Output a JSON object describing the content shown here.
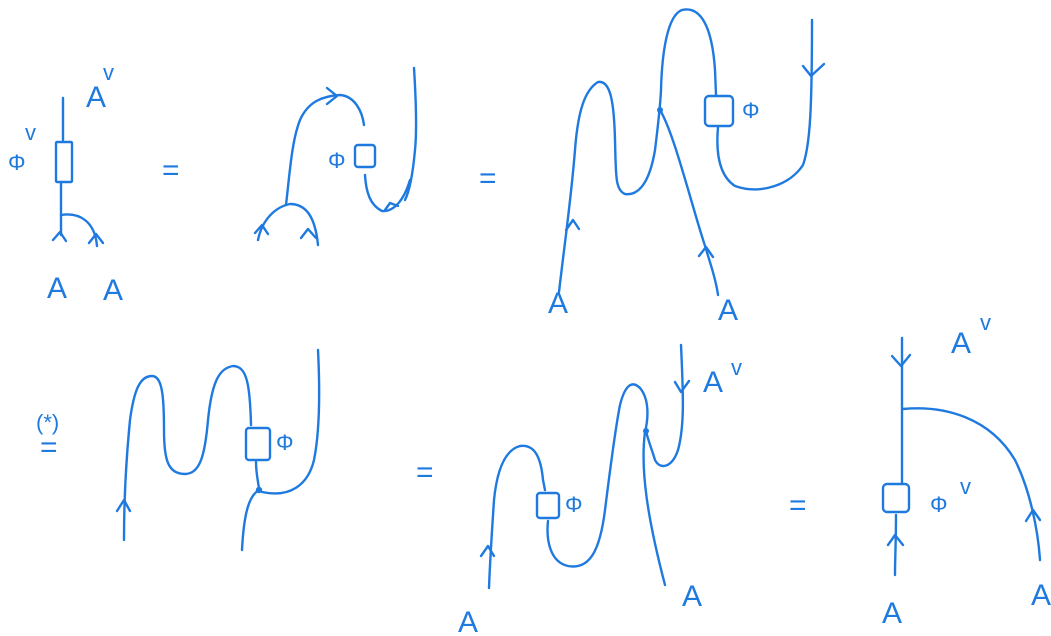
{
  "colors": {
    "ink": "#1f7ae0",
    "background": "#ffffff"
  },
  "labels": {
    "a_dual": "A",
    "dual_mark": "v",
    "a": "A",
    "phi": "Φ",
    "phi_dual_mark": "v",
    "equals": "=",
    "star": "(*)"
  }
}
